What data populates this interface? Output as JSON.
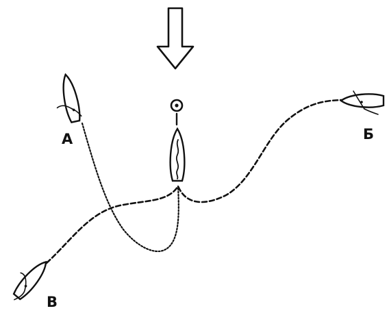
{
  "labels": {
    "boat_a": "А",
    "boat_b": "Б",
    "boat_v": "В"
  },
  "icons": {
    "wind": "wind-arrow-icon",
    "buoy": "buoy-icon",
    "boat": "sailboat-icon"
  },
  "colors": {
    "ink": "#111111",
    "background": "#ffffff"
  }
}
